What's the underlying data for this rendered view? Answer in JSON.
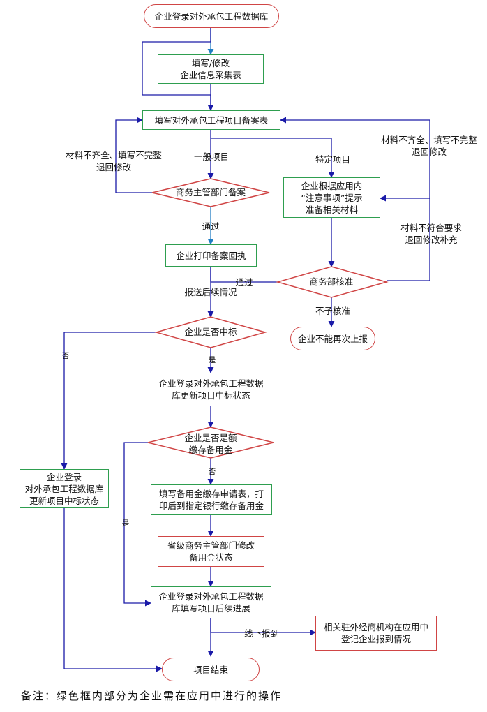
{
  "colors": {
    "company_step_border": "#2e9e4f",
    "authority_step_border": "#d04545",
    "terminal_border": "#d04545",
    "arrow_main": "#1a1aa8",
    "arrow_alt": "#1f7dc4"
  },
  "nodes": {
    "start": "企业登录对外承包工程数据库",
    "fill_info": "填写/修改\n企业信息采集表",
    "fill_record": "填写对外承包工程项目备案表",
    "follow_notes": "企业根据应用内\n“注意事项”提示\n准备相关材料",
    "print_receipt": "企业打印备案回执",
    "not_allowed": "企业不能再次上报",
    "update_status": "企业登录对外承包工程数据\n库更新项目中标状态",
    "update_status_left": "企业登录\n对外承包工程数据库\n更新项目中标状态",
    "fill_deposit": "填写备用金缴存申请表，打\n印后到指定银行缴存备用金",
    "provincial_modify": "省级商务主管部门修改\n备用金状态",
    "fill_progress": "企业登录对外承包工程数据\n库填写项目后续进展",
    "register_report": "相关驻外经商机构在应用中\n登记企业报到情况",
    "end": "项目结束"
  },
  "decisions": {
    "local_review": "商务主管部门备案",
    "ministry_review": "商务部核准",
    "won_bid": "企业是否中标",
    "deposit_exempt": "企业是否是额\n缴存备用金"
  },
  "labels": {
    "incomplete_left": "材料不齐全、填写不完整\n退回修改",
    "incomplete_right": "材料不齐全、填写不完整\n退回修改",
    "general_project": "一般项目",
    "special_project": "特定项目",
    "passed": "通过",
    "passed_ministry": "通过",
    "report_follow_up": "报送后续情况",
    "nonconforming": "材料不符合要求\n退回修改补充",
    "not_approved": "不予核准",
    "no": "否",
    "yes": "是",
    "deposit_no": "否",
    "deposit_yes": "是",
    "offline_report": "线下报到"
  },
  "footnote": "备注：绿色框内部分为企业需在应用中进行的操作"
}
